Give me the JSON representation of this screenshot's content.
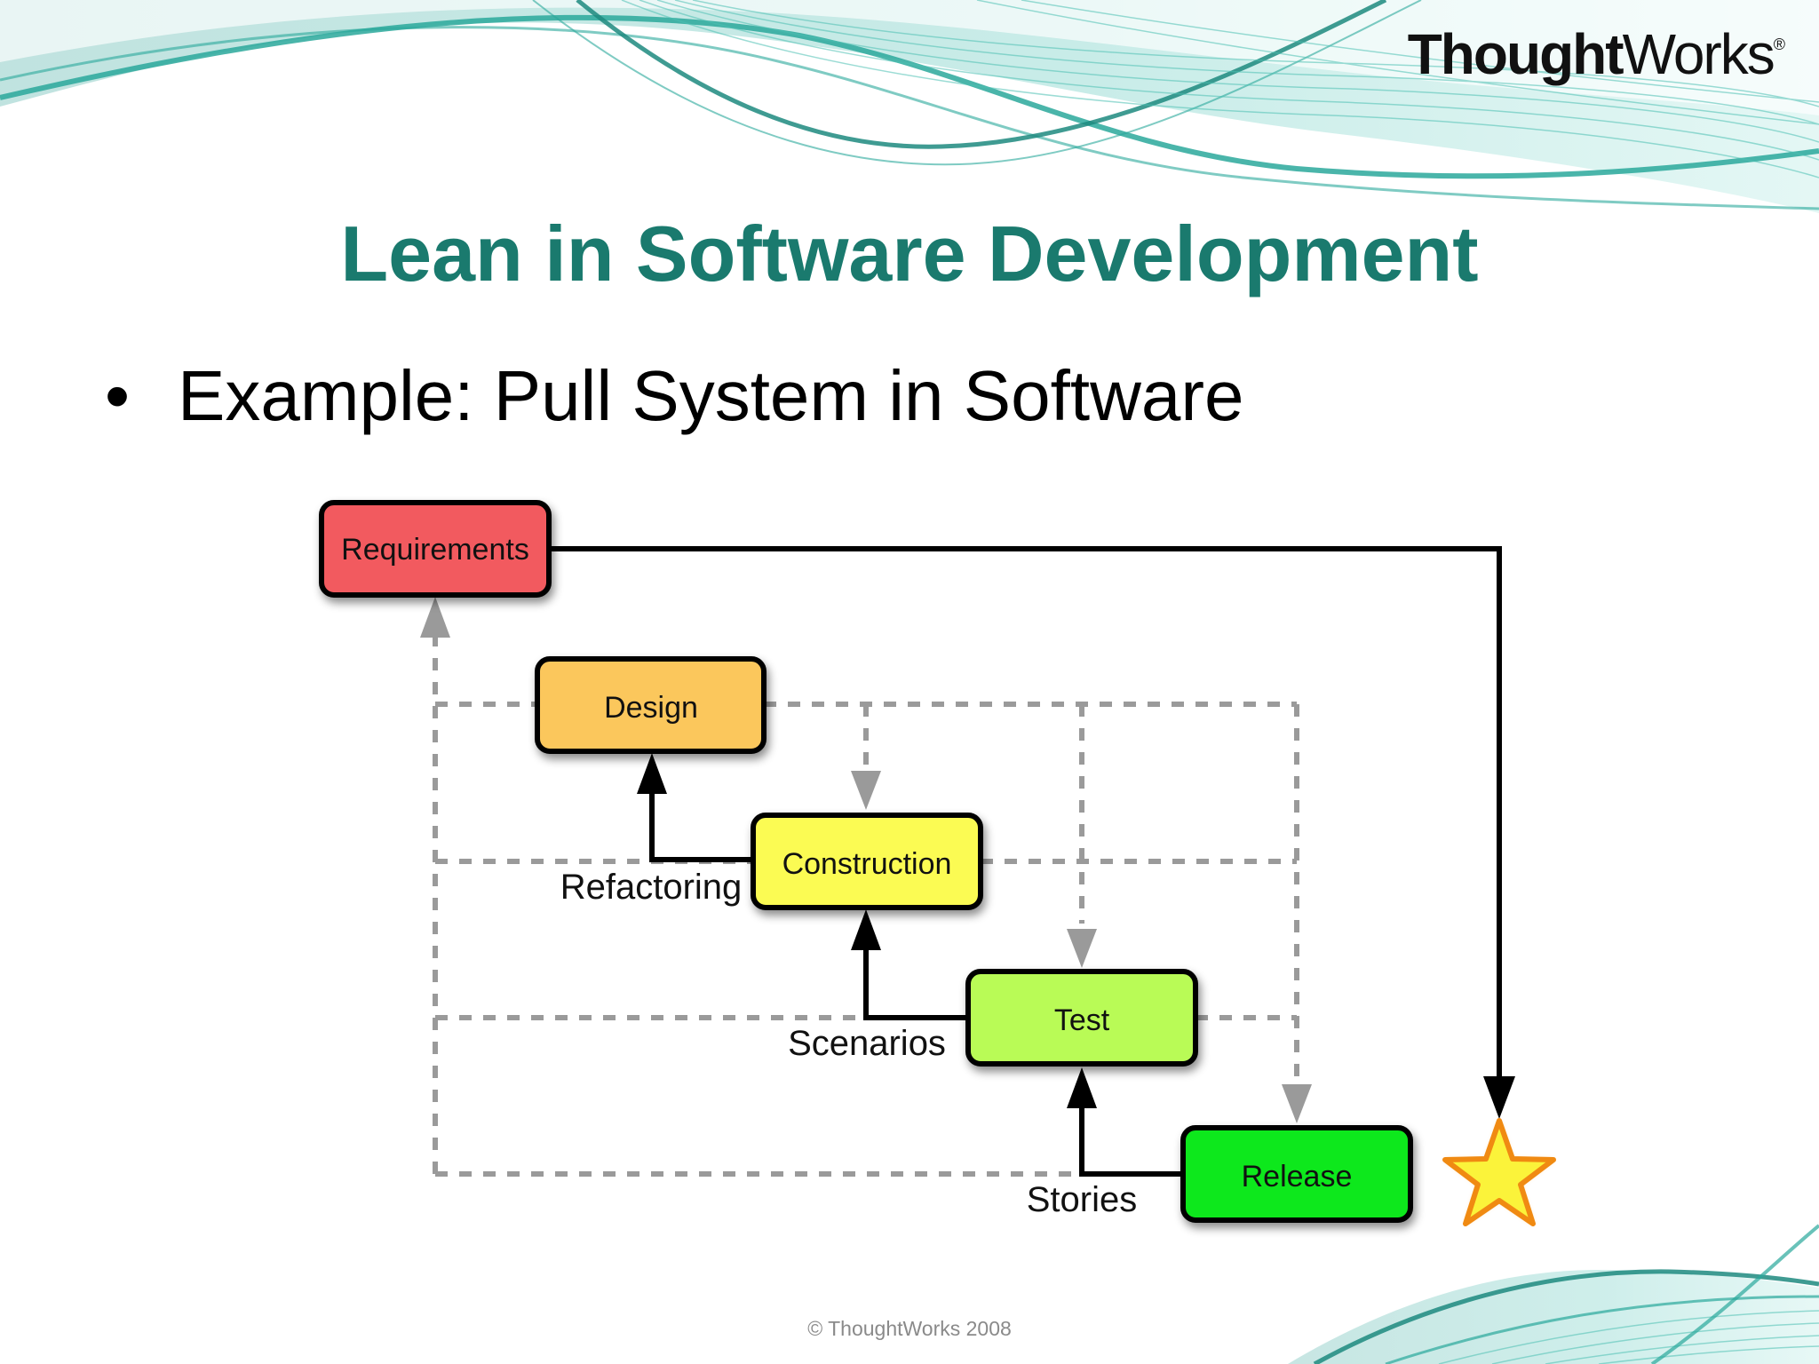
{
  "logo": {
    "bold": "Thought",
    "regular": "Works",
    "mark": "®"
  },
  "title": "Lean in Software Development",
  "bullet": {
    "symbol": "•",
    "text": "Example: Pull System in Software"
  },
  "diagram": {
    "boxes": {
      "requirements": {
        "label": "Requirements",
        "color": "#f25a5f"
      },
      "design": {
        "label": "Design",
        "color": "#fbc75c"
      },
      "construction": {
        "label": "Construction",
        "color": "#fbfb53"
      },
      "test": {
        "label": "Test",
        "color": "#b9fb57"
      },
      "release": {
        "label": "Release",
        "color": "#11e81f"
      }
    },
    "flows": {
      "refactoring": "Refactoring",
      "scenarios": "Scenarios",
      "stories": "Stories"
    },
    "star_color": "#fbf33a"
  },
  "footer": "© ThoughtWorks 2008",
  "colors": {
    "title": "#1a7a6e",
    "teal": "#2aa89b"
  }
}
